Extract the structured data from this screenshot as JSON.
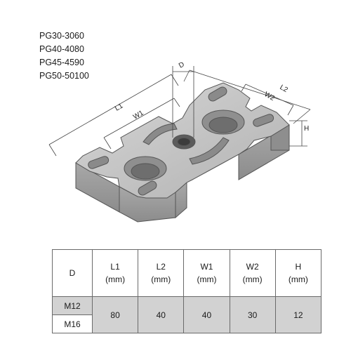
{
  "models": [
    "PG30-3060",
    "PG40-4080",
    "PG45-4590",
    "PG50-50100"
  ],
  "drawing": {
    "labels": {
      "d": "D",
      "l1": "L1",
      "w1": "W1",
      "l2": "L2",
      "w2": "W2",
      "h": "H"
    }
  },
  "table": {
    "header_d": "D",
    "columns": [
      {
        "name": "L1",
        "unit": "(mm)"
      },
      {
        "name": "L2",
        "unit": "(mm)"
      },
      {
        "name": "W1",
        "unit": "(mm)"
      },
      {
        "name": "W2",
        "unit": "(mm)"
      },
      {
        "name": "H",
        "unit": "(mm)"
      }
    ],
    "thread_sizes": [
      "M12",
      "M16"
    ],
    "values": [
      "80",
      "40",
      "40",
      "30",
      "12"
    ]
  },
  "colors": {
    "table_shade": "#d2d2d2",
    "part_top": "#bdbdbd",
    "part_side": "#9a9a9a"
  }
}
